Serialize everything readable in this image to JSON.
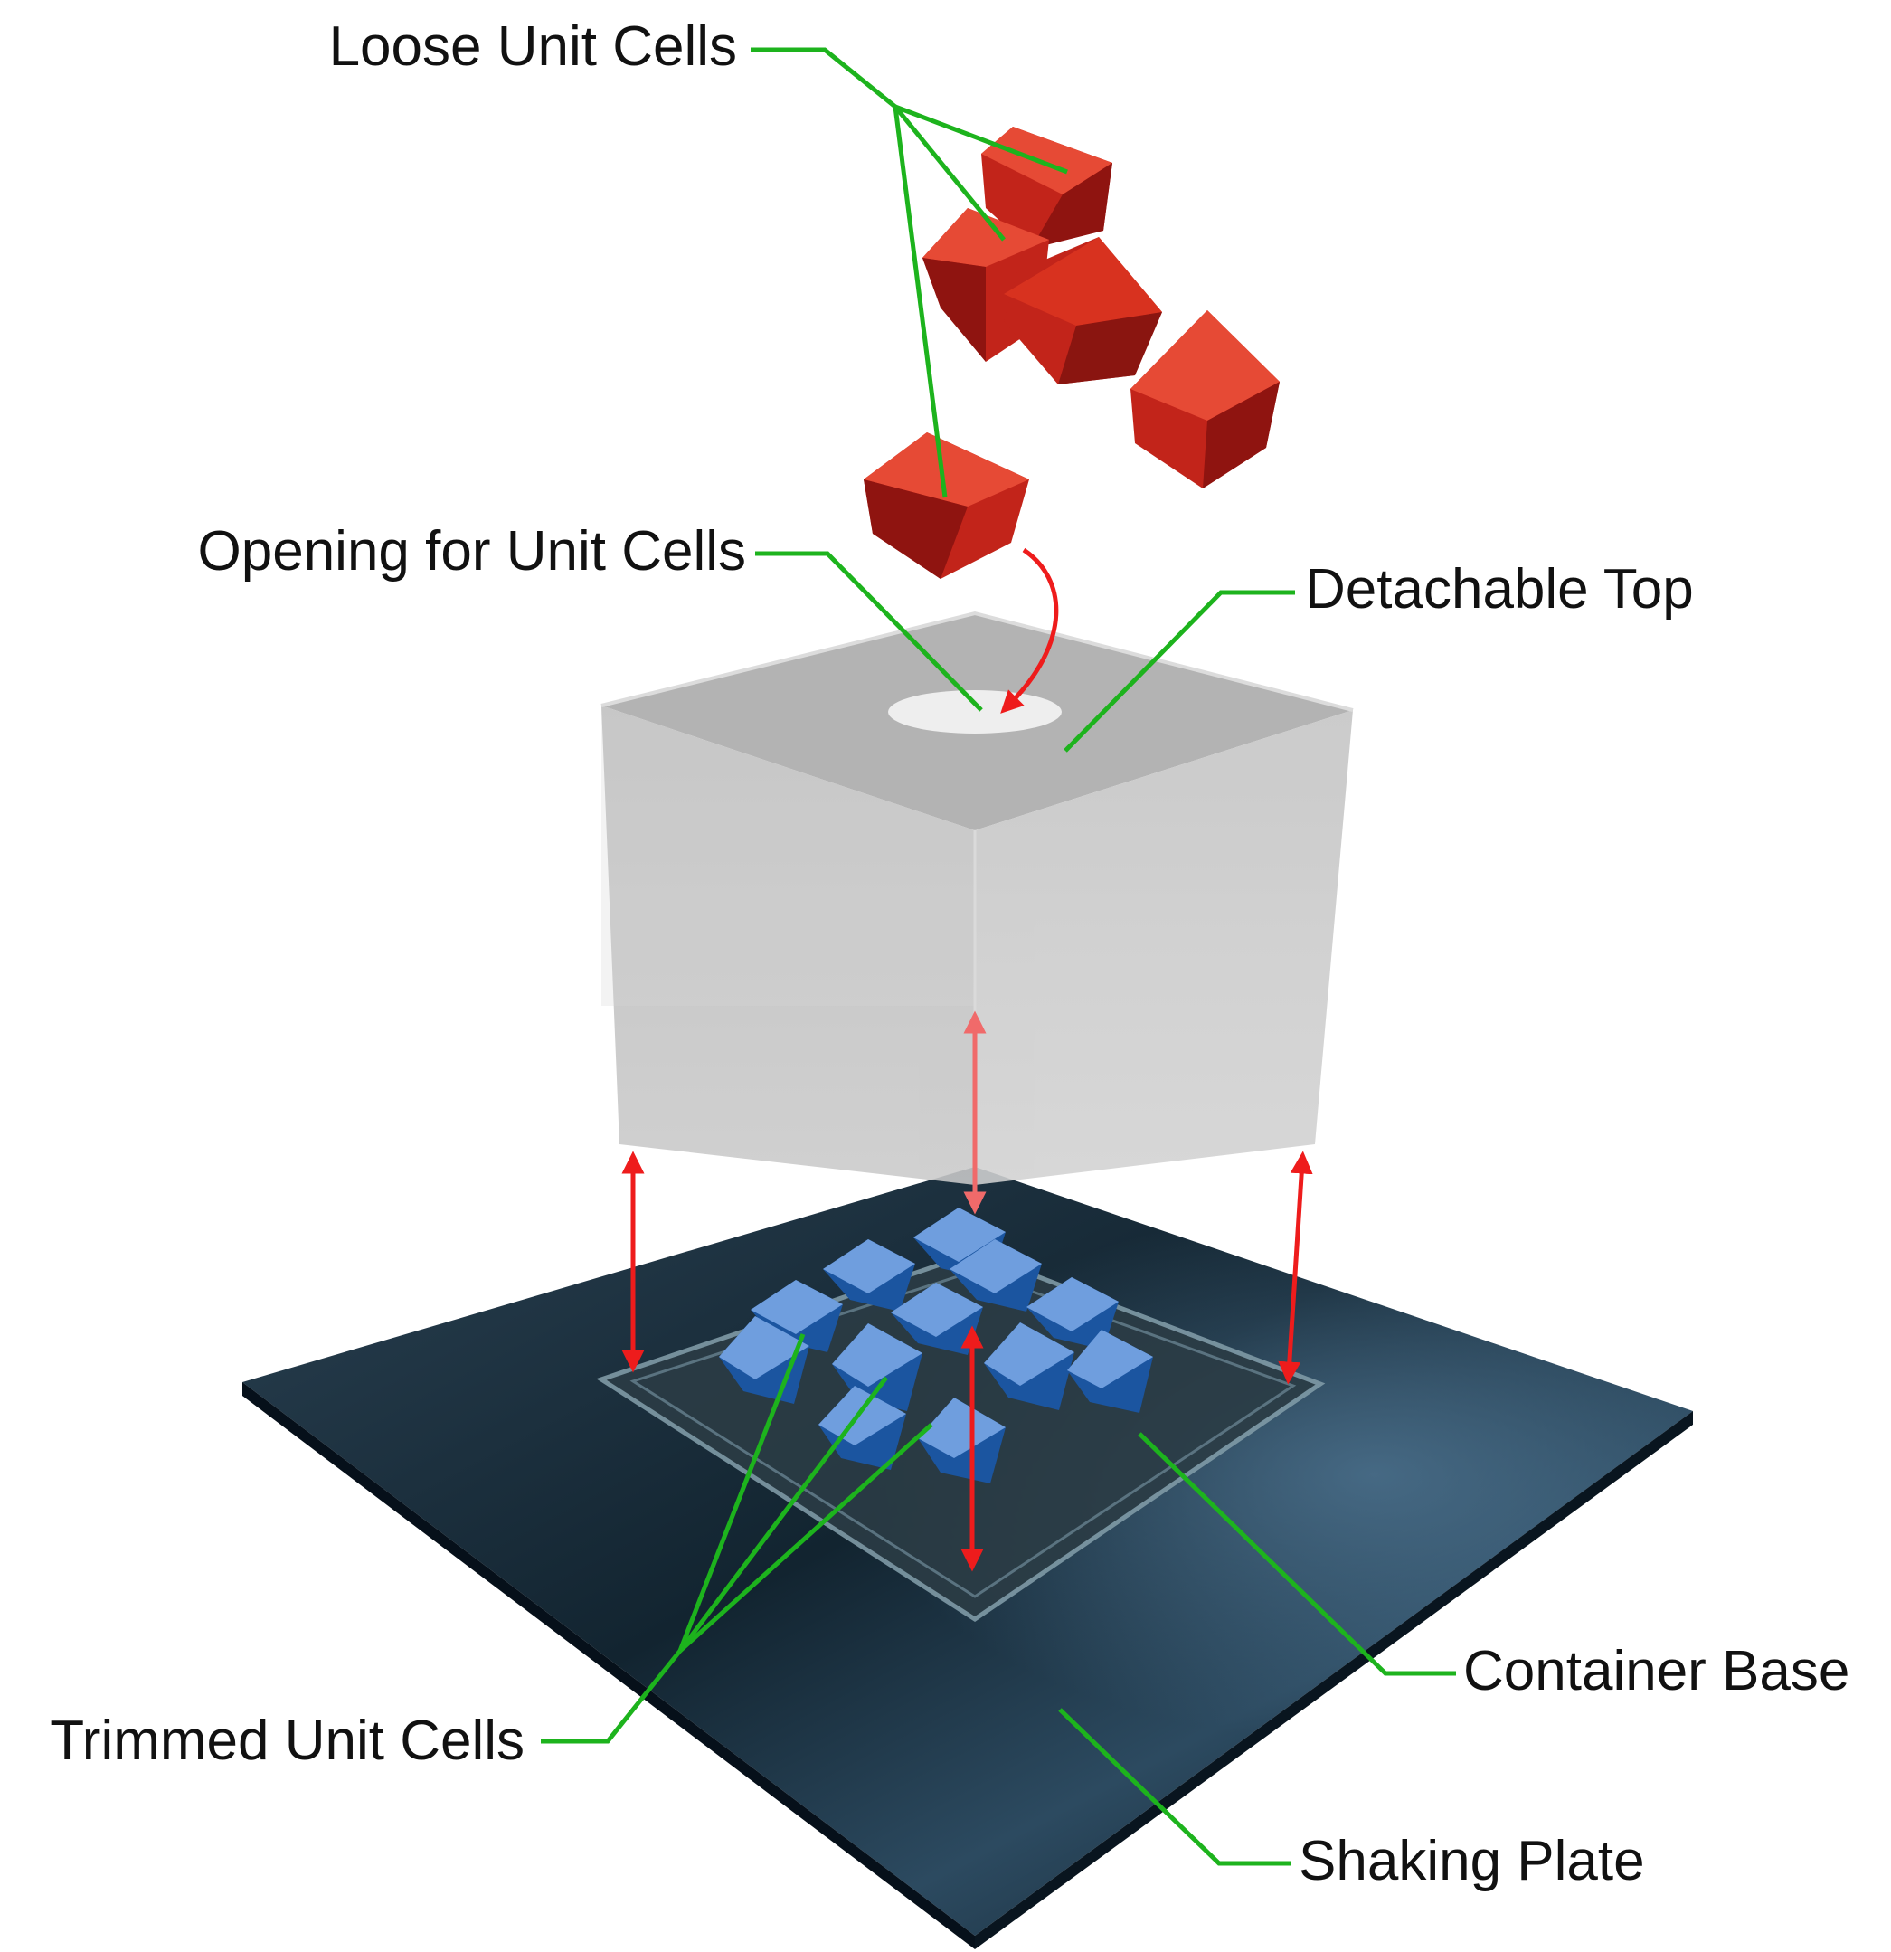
{
  "labels": {
    "loose_unit_cells": "Loose Unit Cells",
    "opening_for_unit_cells": "Opening for Unit Cells",
    "detachable_top": "Detachable Top",
    "container_base": "Container Base",
    "trimmed_unit_cells": "Trimmed Unit Cells",
    "shaking_plate": "Shaking Plate"
  },
  "colors": {
    "leader_line": "#1db31d",
    "arrow": "#ee1c1c",
    "arrow_light": "#f06a6a",
    "loose_cell": "#d42a18",
    "trimmed_cell": "#2a6fc0",
    "plate": "#0f1f2a",
    "top_box": "#bdbdbd"
  }
}
